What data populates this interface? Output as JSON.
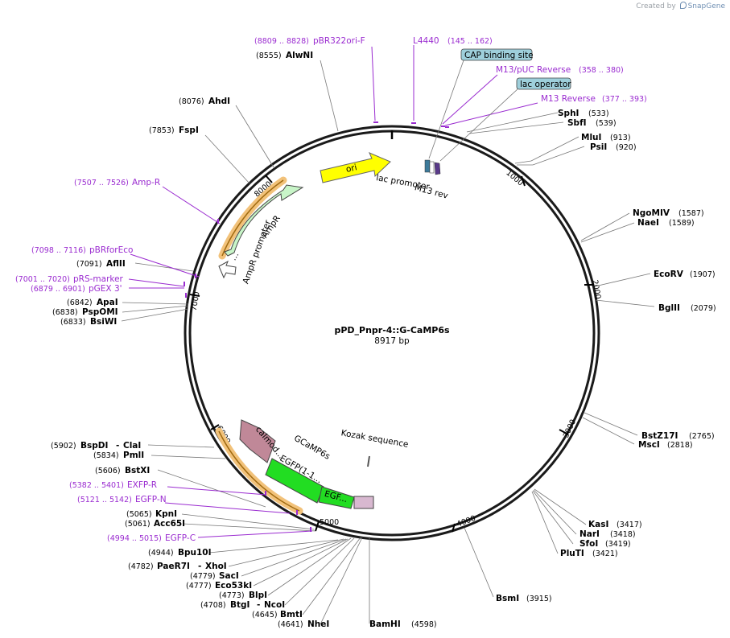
{
  "credit": {
    "prefix": "Created by",
    "brand": "SnapGene"
  },
  "plasmid": {
    "name": "pPD_Pnpr-4::G-CaMP6s",
    "size": "8917 bp"
  },
  "ticks": [
    "1000",
    "2000",
    "3000",
    "4000",
    "5000",
    "6000",
    "7000",
    "8000"
  ],
  "sites_right": [
    {
      "name": "SphI",
      "pos": "(533)"
    },
    {
      "name": "SbfI",
      "pos": "(539)"
    },
    {
      "name": "MluI",
      "pos": "(913)"
    },
    {
      "name": "PsiI",
      "pos": "(920)"
    },
    {
      "name": "NgoMIV",
      "pos": "(1587)"
    },
    {
      "name": "NaeI",
      "pos": "(1589)"
    },
    {
      "name": "EcoRV",
      "pos": "(1907)"
    },
    {
      "name": "BglII",
      "pos": "(2079)"
    },
    {
      "name": "BstZ17I",
      "pos": "(2765)"
    },
    {
      "name": "MscI",
      "pos": "(2818)"
    },
    {
      "name": "KasI",
      "pos": "(3417)"
    },
    {
      "name": "NarI",
      "pos": "(3418)"
    },
    {
      "name": "SfoI",
      "pos": "(3419)"
    },
    {
      "name": "PluTI",
      "pos": "(3421)"
    },
    {
      "name": "BsmI",
      "pos": "(3915)"
    }
  ],
  "sites_bottom": [
    {
      "name": "BamHI",
      "pos": "(4598)"
    },
    {
      "name": "NheI",
      "pos": "(4641)"
    },
    {
      "name": "BmtI",
      "pos": "(4645)"
    },
    {
      "name": "BtgI",
      "pos": "(4708)"
    },
    {
      "name": "NcoI",
      "pos": ""
    },
    {
      "name": "BlpI",
      "pos": "(4773)"
    },
    {
      "name": "Eco53kI",
      "pos": "(4777)"
    },
    {
      "name": "SacI",
      "pos": "(4779)"
    },
    {
      "name": "PaeR7I",
      "pos": "(4782)"
    },
    {
      "name": "XhoI",
      "pos": ""
    },
    {
      "name": "Bpu10I",
      "pos": "(4944)"
    }
  ],
  "sites_left": [
    {
      "name": "Acc65I",
      "pos": "(5061)"
    },
    {
      "name": "KpnI",
      "pos": "(5065)"
    },
    {
      "name": "BstXI",
      "pos": "(5606)"
    },
    {
      "name": "PmlI",
      "pos": "(5834)"
    },
    {
      "name": "BspDI",
      "pos": "(5902)"
    },
    {
      "name": "ClaI",
      "pos": ""
    },
    {
      "name": "BsiWI",
      "pos": "(6833)"
    },
    {
      "name": "PspOMI",
      "pos": "(6838)"
    },
    {
      "name": "ApaI",
      "pos": "(6842)"
    },
    {
      "name": "AflII",
      "pos": "(7091)"
    },
    {
      "name": "FspI",
      "pos": "(7853)"
    },
    {
      "name": "AhdI",
      "pos": "(8076)"
    },
    {
      "name": "AlwNI",
      "pos": "(8555)"
    }
  ],
  "primers": [
    {
      "name": "pBR322ori-F",
      "range": "(8809 .. 8828)"
    },
    {
      "name": "L4440",
      "range": "(145 .. 162)"
    },
    {
      "name": "M13/pUC Reverse",
      "range": "(358 .. 380)"
    },
    {
      "name": "M13 Reverse",
      "range": "(377 .. 393)"
    },
    {
      "name": "Amp-R",
      "range": "(7507 .. 7526)"
    },
    {
      "name": "pBRforEco",
      "range": "(7098 .. 7116)"
    },
    {
      "name": "pRS-marker",
      "range": "(7001 .. 7020)"
    },
    {
      "name": "pGEX 3'",
      "range": "(6879 .. 6901)"
    },
    {
      "name": "EXFP-R",
      "range": "(5382 .. 5401)"
    },
    {
      "name": "EGFP-N",
      "range": "(5121 .. 5142)"
    },
    {
      "name": "EGFP-C",
      "range": "(4994 .. 5015)"
    }
  ],
  "boxed_labels": [
    "CAP binding site",
    "lac operator"
  ],
  "features": {
    "ori": "ori",
    "lac_promoter": "lac promoter",
    "m13_rev": "M13 rev",
    "ampr": "AmpR",
    "ampr_promoter": "AmpR promoter",
    "ampr_short": "...",
    "kozak": "Kozak sequence",
    "gcamp": "GCaMP6s",
    "calmod": "calmod...",
    "egfp1": "EGFP(1-1...",
    "egfp2": "EGF..."
  },
  "colors": {
    "primer": "#9a2bd0",
    "ori": "#ffff00",
    "ampr": "#c8f5c8",
    "egfp": "#22dd22",
    "calmod": "#c08898",
    "orange_highlight": "#f2c27a",
    "box_fill": "#9ecfdb"
  }
}
